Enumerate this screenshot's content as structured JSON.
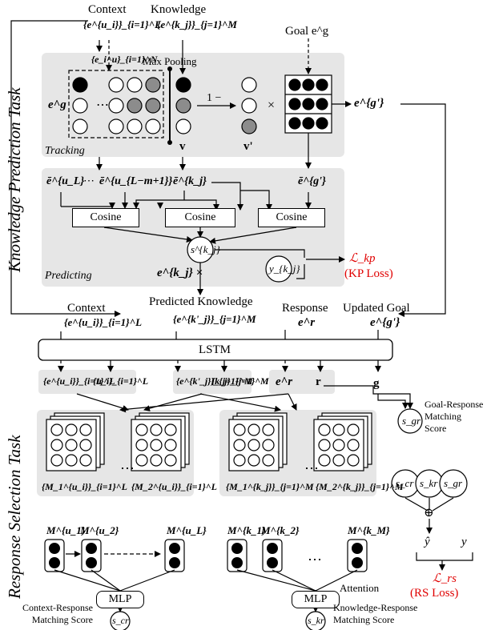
{
  "side_labels": {
    "knowledge_task": "Knowledge Prediction Task",
    "response_task": "Response Selection Task"
  },
  "top": {
    "context": "Context",
    "context_math": "{e^{u_i}}_{i=1}^L",
    "knowledge": "Knowledge",
    "knowledge_math": "{e^{k_j}}_{j=1}^M",
    "goal": "Goal e^g",
    "max_pooling": "Max Pooling",
    "eu_set": "{e_i^u}_{i=1}^N",
    "eg": "e^g",
    "one_minus": "1 −",
    "times": "×",
    "v": "v",
    "v_prime": "v'",
    "eg_prime": "e^{g'}",
    "tracking": "Tracking",
    "dots": "⋯"
  },
  "predicting": {
    "e_uL": "ē^{u_L}",
    "dots": "⋯",
    "e_uLm": "ē^{u_{L−m+1}}",
    "e_kj": "ē^{k_j}",
    "e_gp": "ē^{g'}",
    "cosine_1": "Cosine",
    "cosine_2": "Cosine",
    "cosine_3": "Cosine",
    "s_kj": "s^{k_j}",
    "y_kj": "y_{k_j}",
    "ekj_times": "e^{k_j} ×",
    "label": "Predicting",
    "l_kp": "ℒ_kp",
    "kp_loss": "(KP Loss)"
  },
  "middle": {
    "context": "Context",
    "context_math": "{e^{u_i}}_{i=1}^L",
    "predicted": "Predicted Knowledge",
    "predicted_math": "{e^{k'_j}}_{j=1}^M",
    "response": "Response",
    "response_math": "e^r",
    "updated_goal": "Updated Goal",
    "updated_goal_math": "e^{g'}",
    "lstm": "LSTM",
    "out_eu": "{e^{u_i}}_{i=1}^L",
    "out_u": "{u_i}_{i=1}^L",
    "out_ek": "{e^{k'_j}}_{j=1}^M",
    "out_k": "{k_j}_{j=1}^M",
    "out_er": "e^r",
    "out_r": "r",
    "out_g": "g",
    "s_gr": "s_gr",
    "gr_score": "Goal-Response\nMatching\nScore"
  },
  "bottom": {
    "M1u": "{M_1^{u_i}}_{i=1}^L",
    "M2u": "{M_2^{u_i}}_{i=1}^L",
    "M1k": "{M_1^{k_j}}_{j=1}^M",
    "M2k": "{M_2^{k_j}}_{j=1}^M",
    "dots": "⋯",
    "Mu1": "M^{u_1}",
    "Mu2": "M^{u_2}",
    "MuL": "M^{u_L}",
    "Mk1": "M^{k_1}",
    "Mk2": "M^{k_2}",
    "MkM": "M^{k_M}",
    "mlp_1": "MLP",
    "mlp_2": "MLP",
    "attention": "Attention",
    "s_cr": "s_cr",
    "s_kr": "s_kr",
    "s_gr": "s_gr",
    "s_cr_bottom": "s_cr",
    "s_kr_bottom": "s_kr",
    "cr_score": "Context-Response\nMatching Score",
    "kr_score": "Knowledge-Response\nMatching Score",
    "oplus": "⊕",
    "y_hat": "ŷ",
    "y": "y",
    "l_rs": "ℒ_rs",
    "rs_loss": "(RS Loss)"
  },
  "colors": {
    "panel": "#e6e6e6",
    "grey_circle": "#8c8c8c",
    "accent": "#e00000"
  }
}
